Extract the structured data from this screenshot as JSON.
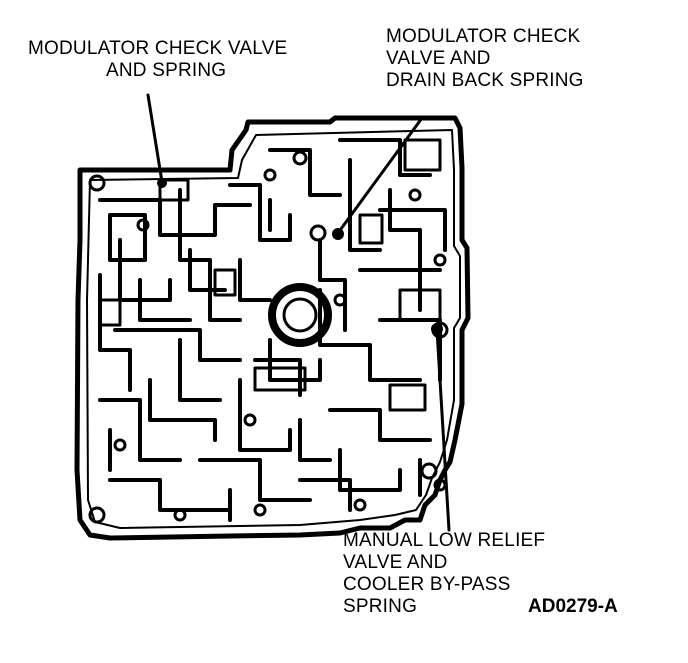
{
  "callouts": {
    "modulator_check_valve_and_spring": {
      "line1": "MODULATOR CHECK VALVE",
      "line2": "AND SPRING"
    },
    "modulator_check_valve_and_drain_back_spring": {
      "line1": "MODULATOR CHECK",
      "line2": "VALVE AND",
      "line3": "DRAIN BACK SPRING"
    },
    "manual_low_relief_valve": {
      "line1": "MANUAL LOW RELIEF",
      "line2": "VALVE AND",
      "line3": "COOLER BY-PASS",
      "line4": "SPRING"
    }
  },
  "figure_id": "AD0279-A",
  "colors": {
    "ink": "#000000",
    "paper": "#ffffff"
  }
}
